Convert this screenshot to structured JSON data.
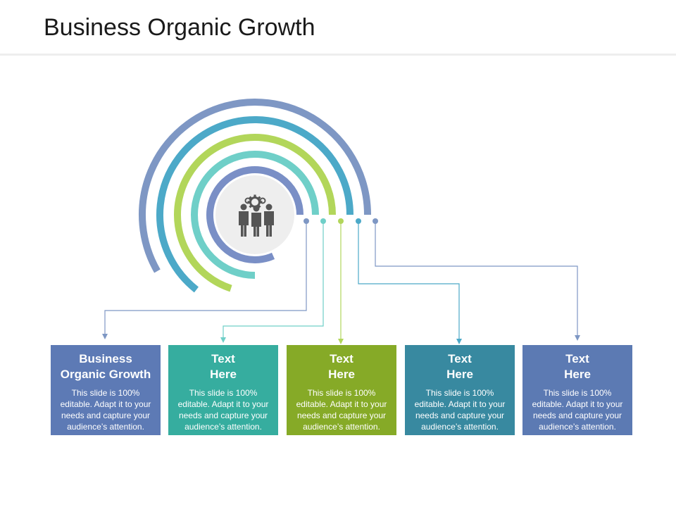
{
  "title": "Business Organic Growth",
  "colors": {
    "ring_outer": "#7e97c4",
    "ring_2": "#4ca9c8",
    "ring_3": "#b2d65a",
    "ring_4": "#6fcfc8",
    "ring_inner": "#7a8fc6",
    "center_circle": "#eeeeee",
    "people_icon": "#555555"
  },
  "center_icon": "people-with-gear-icon",
  "boxes": [
    {
      "title": "Business\nOrganic Growth",
      "text": "This slide is 100% editable. Adapt it to your needs and capture your audience’s attention.",
      "color": "#5d7ab5"
    },
    {
      "title": "Text\nHere",
      "text": "This slide is 100% editable. Adapt it to your needs and capture your audience’s attention.",
      "color": "#36ad9f"
    },
    {
      "title": "Text\nHere",
      "text": "This slide is 100% editable. Adapt it to your needs and capture your audience’s attention.",
      "color": "#86aa27"
    },
    {
      "title": "Text\nHere",
      "text": "This slide is 100% editable. Adapt it to your needs and capture your audience’s attention.",
      "color": "#3889a0"
    },
    {
      "title": "Text\nHere",
      "text": "This slide is 100% editable. Adapt it to your needs and capture your audience’s attention.",
      "color": "#5c7ab3"
    }
  ]
}
